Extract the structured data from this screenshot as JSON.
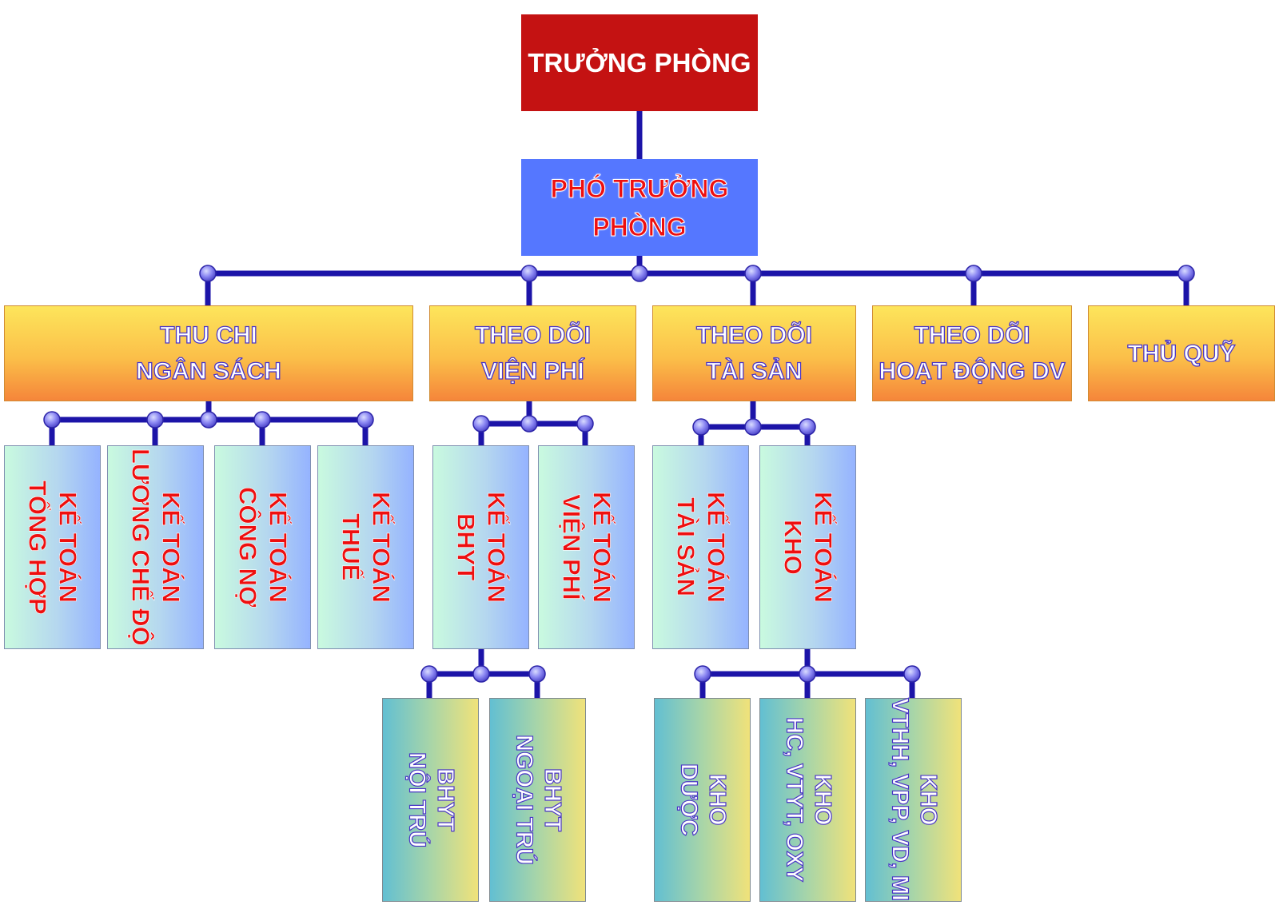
{
  "head": {
    "label": "TRƯỞNG PHÒNG"
  },
  "deputy": {
    "line1": "PHÓ TRƯỞNG",
    "line2": "PHÒNG"
  },
  "groups": [
    {
      "line1": "THU CHI",
      "line2": "NGÂN SÁCH"
    },
    {
      "line1": "THEO DÕI",
      "line2": "VIỆN PHÍ"
    },
    {
      "line1": "THEO DÕI",
      "line2": "TÀI SẢN"
    },
    {
      "line1": "THEO DÕI",
      "line2": "HOẠT ĐỘNG DV"
    },
    {
      "line1": "THỦ QUỸ"
    }
  ],
  "units": [
    {
      "line1": "KẾ TOÁN",
      "line2": "TỔNG HỢP"
    },
    {
      "line1": "KẾ TOÁN",
      "line2": "LƯƠNG CHẾ ĐỘ"
    },
    {
      "line1": "KẾ TOÁN",
      "line2": "CÔNG NỢ"
    },
    {
      "line1": "KẾ TOÁN",
      "line2": "THUẾ"
    },
    {
      "line1": "KẾ TOÁN",
      "line2": "BHYT"
    },
    {
      "line1": "KẾ TOÁN",
      "line2": "VIỆN PHÍ"
    },
    {
      "line1": "KẾ TOÁN",
      "line2": "TÀI SẢN"
    },
    {
      "line1": "KẾ TOÁN",
      "line2": "KHO"
    }
  ],
  "leaves": [
    {
      "line1": "BHYT",
      "line2": "NỘI TRÚ"
    },
    {
      "line1": "BHYT",
      "line2": "NGOẠI TRÚ"
    },
    {
      "line1": "KHO",
      "line2": "DƯỢC"
    },
    {
      "line1": "KHO",
      "line2": "HC, VTYT, OXY"
    },
    {
      "line1": "KHO",
      "line2": "VTHH, VPP, VD, MI"
    }
  ],
  "colors": {
    "connector": "#1c14a8",
    "node_fill": "#7b78f0",
    "head_fill": "#c41212",
    "deputy_fill": "#5577ff",
    "red_text": "#ee0f0f",
    "outline_text": "#4a35c7"
  }
}
